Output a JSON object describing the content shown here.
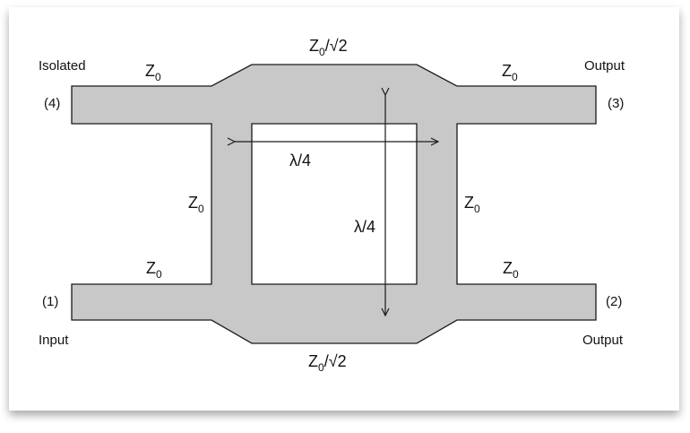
{
  "ports": {
    "isolated_label": "Isolated",
    "isolated_num": "(4)",
    "output_top_label": "Output",
    "output_top_num": "(3)",
    "input_label": "Input",
    "input_num": "(1)",
    "output_bottom_label": "Output",
    "output_bottom_num": "(2)"
  },
  "impedances": {
    "z_main": "Z",
    "z_sub": "0",
    "z_over_root2_suffix": "/√2"
  },
  "wavelength": {
    "horizontal": "λ/4",
    "vertical": "λ/4"
  },
  "colors": {
    "line_fill": "#c8c8c8",
    "stroke": "#1a1a1a",
    "card_bg": "#ffffff"
  }
}
